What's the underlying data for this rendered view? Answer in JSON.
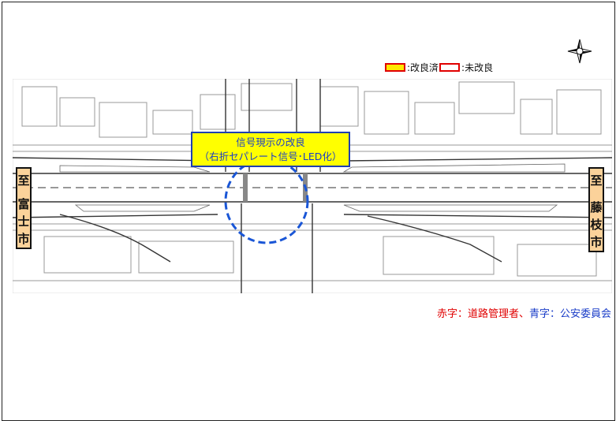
{
  "legend": {
    "improved_label": ":改良済",
    "unimproved_label": ":未改良",
    "improved_swatch_color": "#ffe800",
    "swatch_border_color": "#e00000"
  },
  "callout": {
    "line1": "信号現示の改良",
    "line2": "（右折セパレート信号･LED化）"
  },
  "destinations": {
    "left": {
      "prefix": "至",
      "chars": [
        "富",
        "士",
        "市"
      ]
    },
    "right": {
      "prefix": "至",
      "chars": [
        "藤",
        "枝",
        "市"
      ]
    }
  },
  "note": {
    "red_part": "赤字：道路管理者、",
    "blue_part": "青字：公安委員会"
  },
  "colors": {
    "callout_bg": "#ffff00",
    "callout_text": "#1a3dc8",
    "dest_bg": "#fbd29a",
    "circle": "#1a56d6"
  },
  "icons": {
    "compass": "north-arrow-compass-icon"
  }
}
